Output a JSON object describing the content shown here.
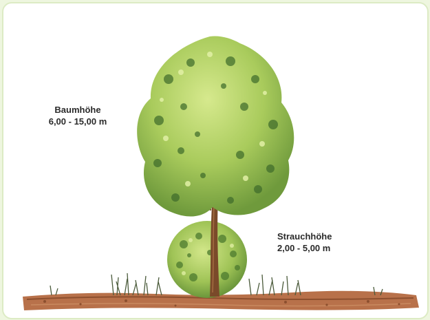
{
  "tree_height": {
    "label": "Baumhöhe",
    "value": "6,00 - 15,00 m"
  },
  "shrub_height": {
    "label": "Strauchhöhe",
    "value": "2,00 - 5,00 m"
  },
  "colors": {
    "background": "#eef6df",
    "card": "#ffffff",
    "foliage_light": "#b9d66a",
    "foliage_mid": "#8fb64a",
    "foliage_dark": "#3d6a2a",
    "trunk": "#7a4a2a",
    "ground": "#a9653a"
  }
}
